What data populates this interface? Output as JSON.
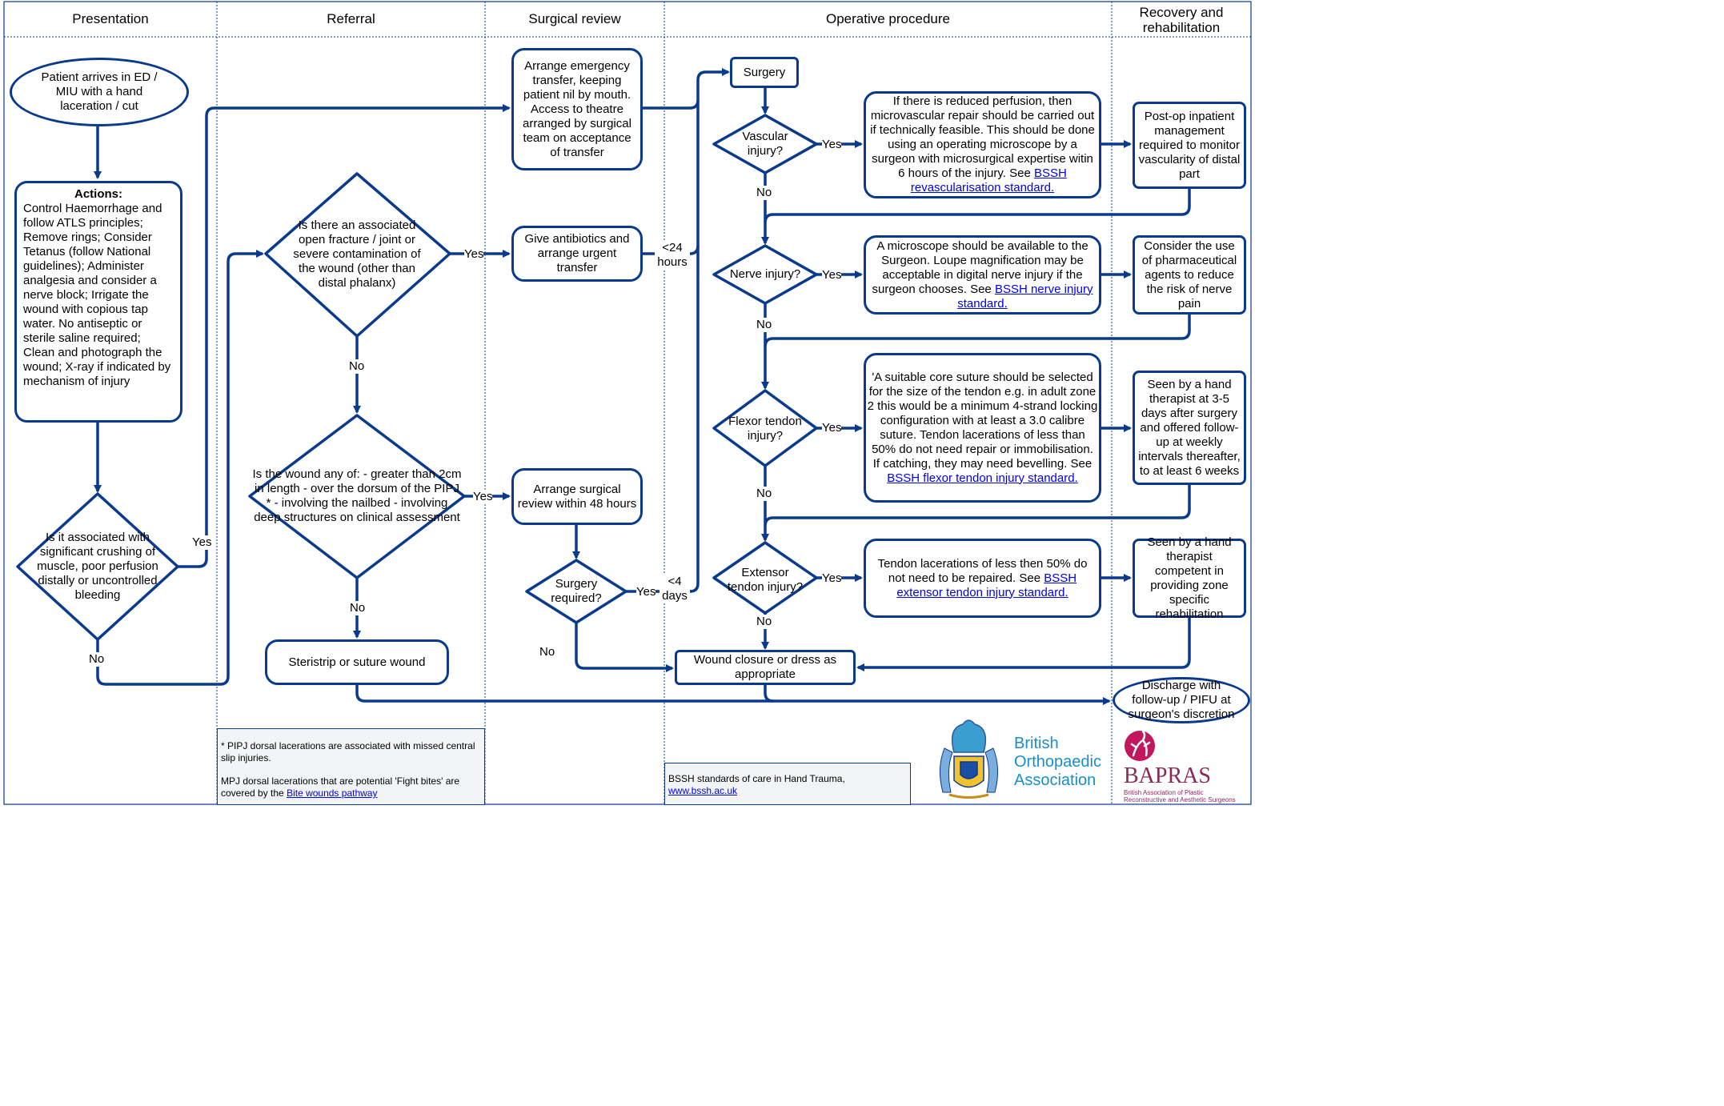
{
  "columns": {
    "presentation": "Presentation",
    "referral": "Referral",
    "surgical_review": "Surgical review",
    "operative_procedure": "Operative procedure",
    "recovery": "Recovery and rehabilitation"
  },
  "nodes": {
    "start": "Patient arrives in ED / MIU with a hand laceration / cut",
    "actions_title": "Actions:",
    "actions_body": "Control Haemorrhage and follow ATLS principles; Remove rings; Consider Tetanus (follow National guidelines); Administer analgesia and consider a nerve block; Irrigate the wound with copious tap water. No antiseptic or sterile saline required; Clean and photograph the wound; X-ray if indicated by mechanism of injury",
    "crush_q": "Is it associated with significant crushing of muscle, poor perfusion distally or uncontrolled bleeding",
    "open_fracture_q": "Is there an associated open fracture / joint or severe contamination of the wound (other than distal phalanx)",
    "wound_q": "Is the wound any of: - greater than 2cm in length - over the dorsum of the PIPJ * - involving the nailbed - involving deep structures on clinical assessment",
    "steristrip": "Steristrip or suture wound",
    "emergency_transfer": "Arrange emergency transfer, keeping patient nil by mouth. Access to theatre arranged by surgical team on acceptance of transfer",
    "antibiotics": "Give antibiotics and arrange urgent transfer",
    "surgical_review": "Arrange surgical review within 48 hours",
    "surgery_required_q": "Surgery required?",
    "surgery": "Surgery",
    "vascular_q": "Vascular injury?",
    "nerve_q": "Nerve injury?",
    "flexor_q": "Flexor tendon injury?",
    "extensor_q": "Extensor tendon injury?",
    "wound_closure": "Wound closure or dress as appropriate",
    "vascular_text": "If there is reduced perfusion, then microvascular repair should be carried out if technically feasible. This should be done using an operating microscope by a surgeon with microsurgical expertise witin 6 hours of the injury. See",
    "vascular_link": "BSSH revascularisation standard.",
    "nerve_text": "A microscope should be available to the Surgeon. Loupe magnification may be acceptable in digital nerve injury if the surgeon chooses. See",
    "nerve_link": "BSSH nerve injury standard.",
    "flexor_text": "'A suitable core suture should be selected for the size of the tendon e.g. in adult zone 2 this would be a minimum 4-strand locking configuration with at least a 3.0 calibre suture. Tendon lacerations of less than 50% do not need repair or immobilisation. If catching, they may need bevelling. See",
    "flexor_link": "BSSH flexor tendon injury standard.",
    "extensor_text": "Tendon lacerations of less then 50% do not need to be repaired. See",
    "extensor_link": "BSSH extensor tendon injury standard.",
    "postop": "Post-op inpatient management required to monitor vascularity of distal part",
    "pharma": "Consider the use of pharmaceutical agents to reduce the risk of nerve pain",
    "hand_therapist_flexor": "Seen by a hand therapist at 3-5 days after surgery and offered follow-up at weekly intervals thereafter, to at least 6 weeks",
    "hand_therapist_extensor": "Seen by a hand therapist competent in providing zone specific rehabilitation",
    "discharge": "Discharge with follow-up / PIFU at surgeon's discretion"
  },
  "labels": {
    "yes": "Yes",
    "no": "No",
    "lt24": "<24 hours",
    "lt4": "<4 days"
  },
  "notes": {
    "pipj": "* PIPJ dorsal lacerations are associated with missed central slip injuries.",
    "mpj": "MPJ dorsal lacerations that are potential 'Fight bites' are covered by the",
    "mpj_link": "Bite wounds pathway",
    "bssh": "BSSH standards of care in Hand Trauma,",
    "bssh_link": "www.bssh.ac.uk"
  },
  "logos": {
    "boa_line1": "British",
    "boa_line2": "Orthopaedic",
    "boa_line3": "Association",
    "bapras_name": "BAPRAS",
    "bapras_sub1": "British Association of Plastic",
    "bapras_sub2": "Reconstructive and Aesthetic Surgeons"
  },
  "colors": {
    "line": "#0a3a8c",
    "link": "#0000ee",
    "boa": "#1a8ec9",
    "bapras": "#8b2a56",
    "bapras_accent": "#c0175d"
  }
}
